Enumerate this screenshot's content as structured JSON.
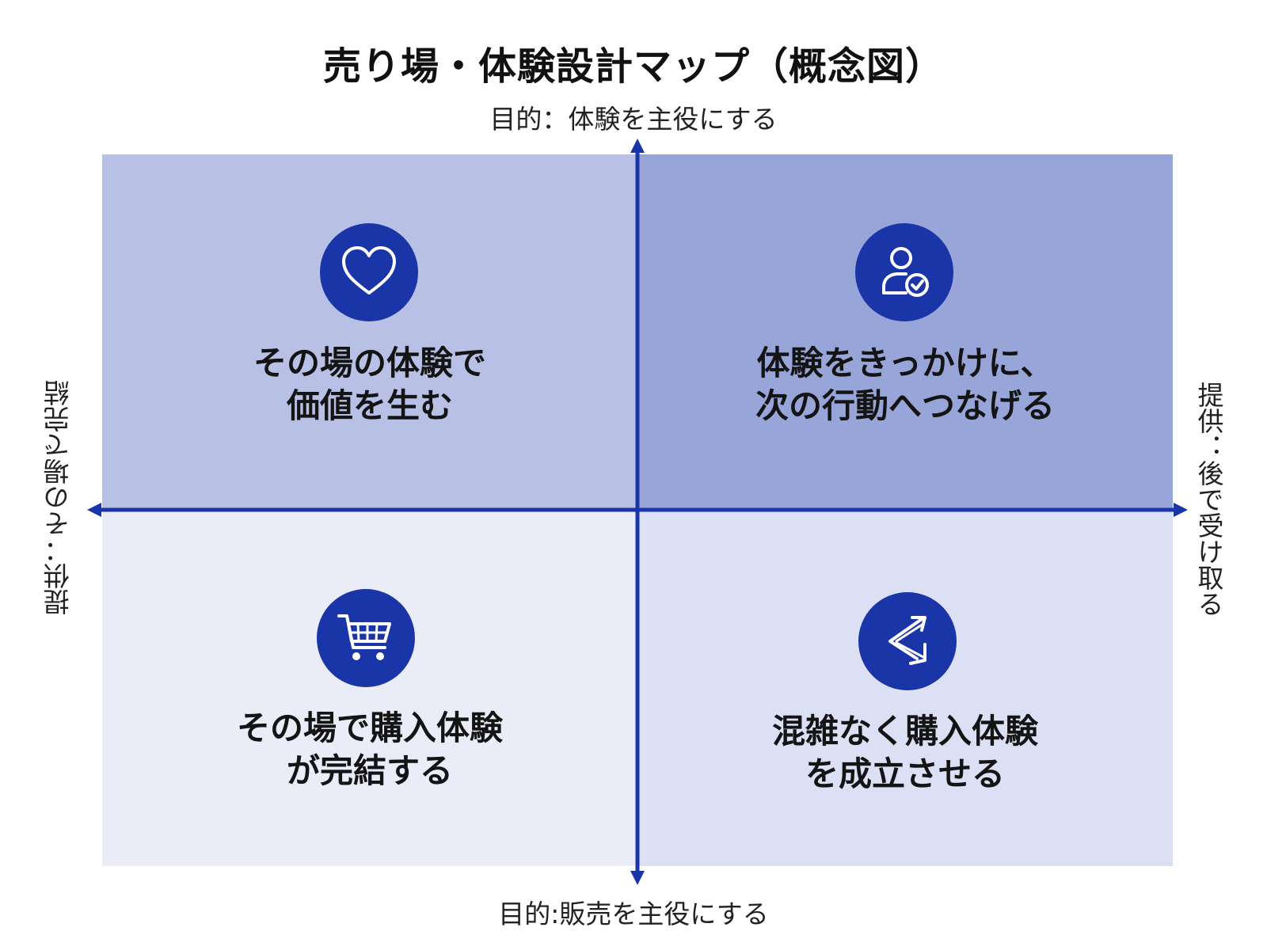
{
  "title": "売り場・体験設計マップ（概念図）",
  "axes": {
    "top": "目的：体験を主役にする",
    "bottom": "目的:販売を主役にする",
    "left": "提供：その場で完結",
    "right": "提供：後で受け取る"
  },
  "quadrants": {
    "top_left": {
      "icon": "heart-icon",
      "line1": "その場の体験で",
      "line2": "価値を生む"
    },
    "top_right": {
      "icon": "user-check-icon",
      "line1": "体験をきっかけに、",
      "line2": "次の行動へつなげる"
    },
    "bottom_left": {
      "icon": "shopping-cart-icon",
      "line1": "その場で購入体験",
      "line2": "が完結する"
    },
    "bottom_right": {
      "icon": "route-arrows-icon",
      "line1": "混雑なく購入体験",
      "line2": "を成立させる"
    }
  },
  "colors": {
    "accent": "#1a35a8",
    "top_left_bg": "#b8c1e5",
    "top_right_bg": "#97a5d8",
    "bottom_left_bg": "#eaedf8",
    "bottom_right_bg": "#dce0f4"
  }
}
